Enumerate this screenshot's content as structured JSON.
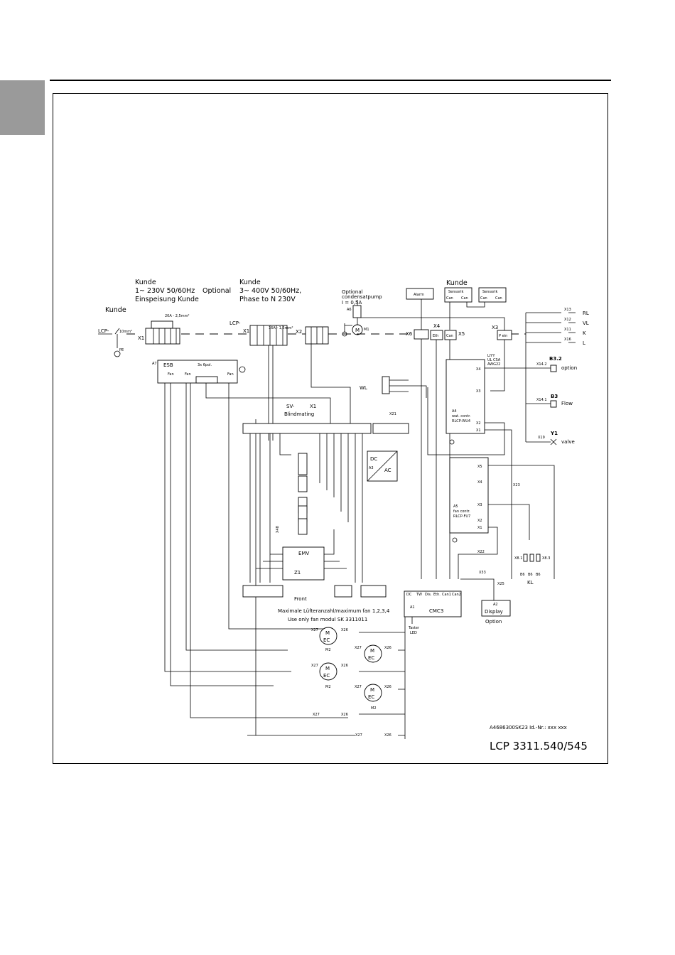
{
  "diagram": {
    "customer": {
      "kunde_left": "Kunde",
      "kunde_1ph": "Kunde",
      "supply_1ph": "1~ 230V 50/60Hz",
      "optional": "Optional",
      "feed_customer": "Einspeisung Kunde",
      "kunde_3ph": "Kunde",
      "supply_3ph": "3~ 400V 50/60Hz,",
      "phase_note": "Phase to N 230V",
      "kunde_sensor": "Kunde",
      "fuse_1ph": "20A - 2,5mm²",
      "fuse_3ph": "16A - 1,5mm²",
      "cable": "10mm²"
    },
    "pump": {
      "label1": "Optional",
      "label2": "condensatpump",
      "label3": "I = 0,5A",
      "ref": "A6",
      "motor": "M",
      "motor_ref": "M1"
    },
    "lcp_labels": [
      "LCP-",
      "LCP-"
    ],
    "connectors": {
      "x1": "X1",
      "x2": "X2",
      "x6": "X6",
      "x4": "X4",
      "x5": "X5",
      "x3": "X3",
      "x21": "X21",
      "x22": "X22",
      "x23": "X23",
      "x25": "X25",
      "x33": "X33",
      "x48": "X48"
    },
    "boxes": {
      "alarm": "Alarm",
      "sensorik1": "Sensorik",
      "sensorik2": "Sensorik",
      "can": "Can",
      "p_ein": "P ein",
      "eth": "Eth",
      "esb": "ESB",
      "esb_ref": "A7",
      "esb_note": "3x 6pol.",
      "fan": "Fan",
      "sv": "SV-",
      "blindmating": "Blindmating",
      "front": "Front",
      "emv": "EMV",
      "emv_ref": "Z1",
      "dc": "DC",
      "ac": "AC",
      "dc_ref": "A3",
      "cmc3": "CMC3",
      "cmc_ref": "A1",
      "taster1": "Taster",
      "taster2": "LED",
      "display_ref": "A2",
      "display": "Display",
      "display_option": "Option",
      "wat_ref": "A4",
      "wat1": "wat. contr.",
      "wat2": "RLCP-WU4",
      "fan_ref": "A5",
      "fanc1": "fan contr.",
      "fanc2": "RLCP-FU7",
      "liyy1": "LIYY",
      "liyy2": "UL CSA",
      "liyy3": "AWG22",
      "wl": "WL",
      "kl": "KL"
    },
    "cmc_ports": [
      "DC",
      "TW",
      "Dis.",
      "Eth.",
      "Can1",
      "Can2"
    ],
    "sensors_right": [
      {
        "conn": "X13",
        "label": "RL"
      },
      {
        "conn": "X12",
        "label": "VL"
      },
      {
        "conn": "X11",
        "label": "K"
      },
      {
        "conn": "X16",
        "label": "L"
      }
    ],
    "options_right": [
      {
        "ref": "B3.2",
        "conn": "X14.2",
        "label": "option"
      },
      {
        "ref": "B3",
        "conn": "X14.1",
        "label": "Flow"
      },
      {
        "ref": "Y1",
        "conn": "X19",
        "label": "valve"
      }
    ],
    "fan_note1": "Maximale Lüfteranzahl/maximum fan 1,2,3,4",
    "fan_note2": "Use only fan modul SK 3311011",
    "fans": [
      {
        "m": "M",
        "ec": "EC",
        "ref": "M2",
        "x27": "X27",
        "x26": "X26"
      },
      {
        "m": "M",
        "ec": "EC",
        "ref": "M2",
        "x27": "X27",
        "x26": "X26"
      },
      {
        "m": "M",
        "ec": "EC",
        "ref": "M2",
        "x27": "X27",
        "x26": "X26"
      },
      {
        "m": "M",
        "ec": "EC",
        "ref": "M2",
        "x27": "X27",
        "x26": "X26"
      }
    ],
    "id_line": "A4686300SK23  Id.-Nr.: xxx xxx",
    "model": "LCP 3311.540/545"
  }
}
